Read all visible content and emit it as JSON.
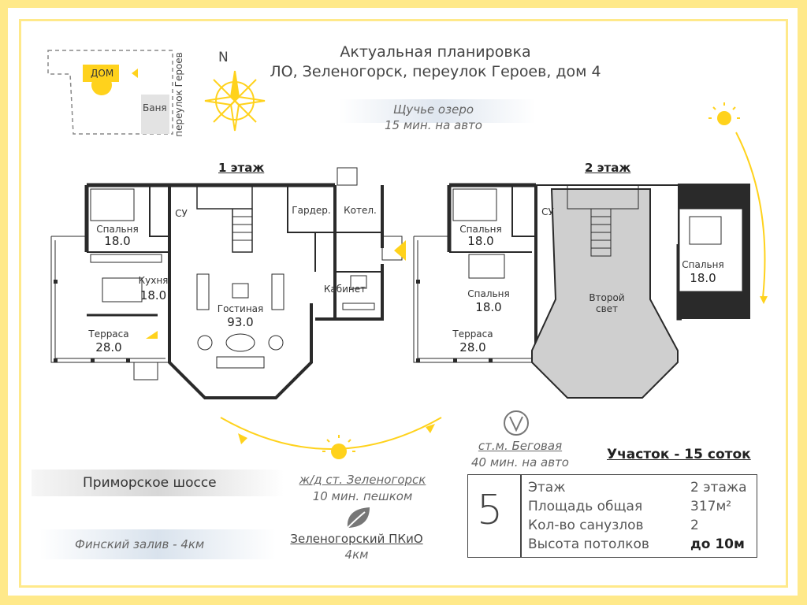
{
  "header": {
    "line1": "Актуальная планировка",
    "line2": "ЛО, Зеленогорск, переулок Героев, дом 4"
  },
  "site_plan": {
    "house_label": "ДОМ",
    "bath_label": "Баня",
    "street_label": "переулок Героев",
    "north_label": "N"
  },
  "lake": {
    "name": "Щучье озеро",
    "time": "15 мин. на авто"
  },
  "floor1": {
    "title": "1 этаж",
    "rooms": {
      "bedroom": {
        "label": "Спальня",
        "area": "18.0"
      },
      "wc": {
        "label": "СУ"
      },
      "wardrobe": {
        "label": "Гардер."
      },
      "boiler": {
        "label": "Котел."
      },
      "kitchen": {
        "label": "Кухня",
        "area": "18.0"
      },
      "living": {
        "label": "Гостиная",
        "area": "93.0"
      },
      "study": {
        "label": "Кабинет"
      },
      "terrace": {
        "label": "Терраса",
        "area": "28.0"
      }
    }
  },
  "floor2": {
    "title": "2 этаж",
    "rooms": {
      "bedroom1": {
        "label": "Спальня",
        "area": "18.0"
      },
      "wc": {
        "label": "СУ"
      },
      "bedroom2": {
        "label": "Спальня",
        "area": "18.0"
      },
      "second_light": {
        "line1": "Второй",
        "line2": "свет"
      },
      "bedroom3": {
        "label": "Спальня",
        "area": "18.0"
      },
      "terrace": {
        "label": "Терраса",
        "area": "28.0"
      }
    }
  },
  "metro": {
    "name": "ст.м. Беговая",
    "time": "40 мин. на авто"
  },
  "plot": "Участок - 15 соток",
  "highway": "Приморское шоссе",
  "railway": {
    "name": "ж/д ст. Зеленогорск",
    "time": "10 мин. пешком"
  },
  "park": {
    "name": "Зеленогорский ПКиО",
    "distance": "4км"
  },
  "gulf": "Финский залив - 4км",
  "specs": {
    "number": "5",
    "rows": [
      {
        "label": "Этаж",
        "value": "2 этажа"
      },
      {
        "label": "Площадь общая",
        "value": "317м²"
      },
      {
        "label": "Кол-во санузлов",
        "value": "2"
      },
      {
        "label": "Высота потолков",
        "value": "до 10м"
      }
    ]
  },
  "colors": {
    "border": "#ffe98a",
    "accent": "#f3d21b",
    "wall": "#2a2a2a",
    "second_light": "#cfcfcf"
  }
}
